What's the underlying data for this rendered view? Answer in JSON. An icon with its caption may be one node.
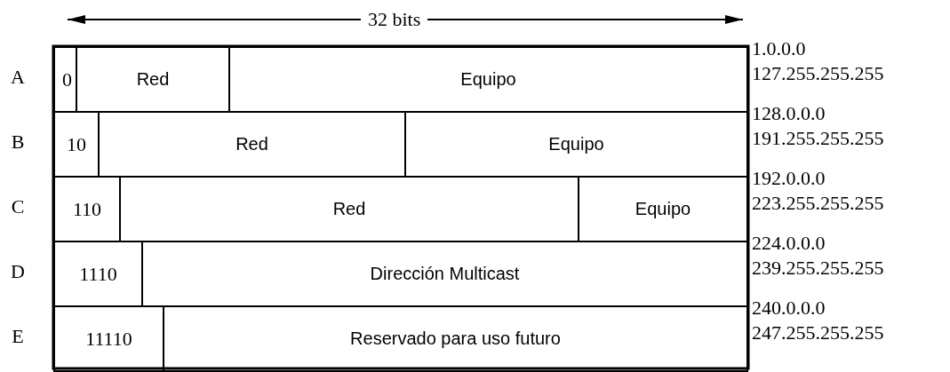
{
  "diagram": {
    "nodes": [
      {
        "text": [
          "0"
        ]
      },
      {
        "text": [
          "Red"
        ]
      },
      {
        "text": [
          "Equipo"
        ]
      },
      {
        "text": [
          "10"
        ]
      },
      {
        "text": [
          "Red"
        ]
      },
      {
        "text": [
          "Equipo"
        ]
      },
      {
        "text": [
          "110"
        ]
      },
      {
        "text": [
          "Red"
        ]
      },
      {
        "text": [
          "Equipo"
        ]
      },
      {
        "text": [
          "1110"
        ]
      },
      {
        "text": [
          "Dirección Multicast"
        ]
      },
      {
        "text": [
          "11110"
        ]
      },
      {
        "text": [
          "Reservado para uso futuro"
        ]
      }
    ],
    "labels": [
      "32 bits",
      "A",
      "1.0.0.0",
      "127.255.255.255",
      "B",
      "128.0.0.0",
      "191.255.255.255",
      "C",
      "192.0.0.0",
      "223.255.255.255",
      "D",
      "224.0.0.0",
      "239.255.255.255",
      "E",
      "240.0.0.0",
      "247.255.255.255"
    ]
  }
}
